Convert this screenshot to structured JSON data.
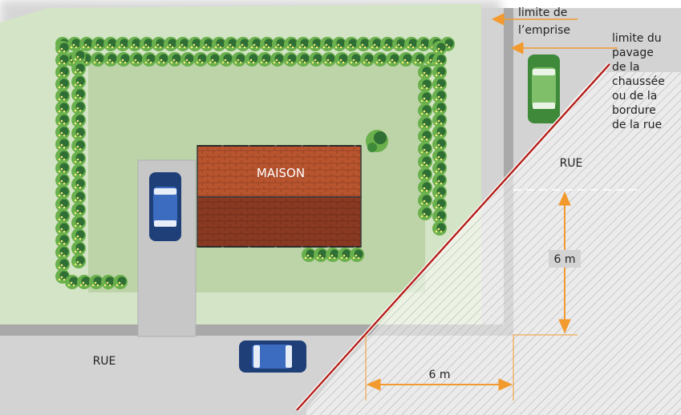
{
  "labels": {
    "house": "MAISON",
    "street_bottom": "RUE",
    "street_right": "RUE",
    "emprise_line1": "limite de",
    "emprise_line2": "l’emprise",
    "pavage_lines": [
      "limite du",
      "pavage",
      "de la",
      "chaussée",
      "ou de la",
      "bordure",
      "de la rue"
    ],
    "dim_vertical": "6 m",
    "dim_horizontal": "6 m"
  },
  "colors": {
    "lawn": "#cfe0c0",
    "lawn_inner": "#b9d2a6",
    "road": "#cfcfcf",
    "road_shadow": "#a9a9a9",
    "roof_top": "#b8552f",
    "roof_bottom": "#8a3a22",
    "hedge": "#2f6e34",
    "hedge_light": "#6ab04c",
    "flower": "#f1ee7a",
    "car_blue": "#1f3f78",
    "car_green": "#3f8a3a",
    "arrow": "#f39a2e",
    "limit_line": "#b4241e"
  },
  "icons": [
    "car-icon",
    "arrow-icon",
    "hedge-icon",
    "tree-icon"
  ]
}
